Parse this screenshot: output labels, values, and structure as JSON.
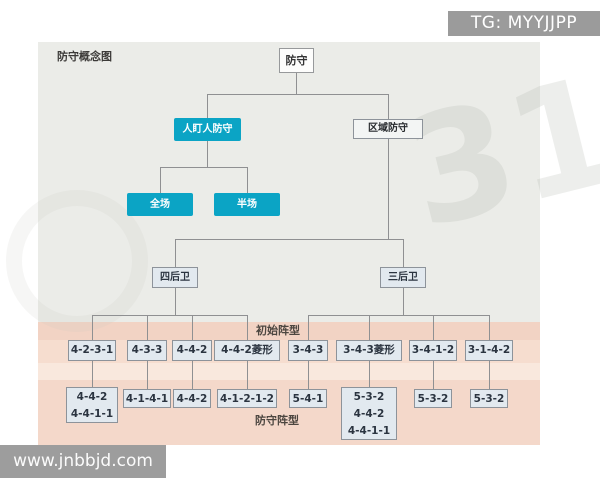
{
  "watermarks": {
    "tg_badge": "TG: MYYJJPP",
    "site": "www.jnbbjd.com"
  },
  "decor": {
    "faint_digits": "31"
  },
  "diagram": {
    "title": "防守概念图",
    "root": "防守",
    "branches": {
      "man_marking": "人盯人防守",
      "zone": "区域防守",
      "full_court": "全场",
      "half_court": "半场",
      "four_backs": "四后卫",
      "three_backs": "三后卫"
    },
    "labels": {
      "initial_formation": "初始阵型",
      "defensive_formation": "防守阵型"
    },
    "initial_formations": [
      "4-2-3-1",
      "4-3-3",
      "4-4-2",
      "4-4-2菱形",
      "3-4-3",
      "3-4-3菱形",
      "3-4-1-2",
      "3-1-4-2"
    ],
    "defensive_formations": [
      [
        "4-4-2",
        "4-4-1-1"
      ],
      [
        "4-1-4-1"
      ],
      [
        "4-4-2"
      ],
      [
        "4-1-2-1-2"
      ],
      [
        "5-4-1"
      ],
      [
        "5-3-2",
        "4-4-2",
        "4-4-1-1"
      ],
      [
        "5-3-2"
      ],
      [
        "5-3-2"
      ]
    ],
    "colors": {
      "teal": "#0ba4c5",
      "node_fill": "#e2e9ef",
      "node_border": "#8d939a",
      "line": "#8f9092",
      "band_salmon": "#f2d3c4",
      "band_light": "#f9e8dd",
      "card_bg": "#ebece8"
    }
  }
}
